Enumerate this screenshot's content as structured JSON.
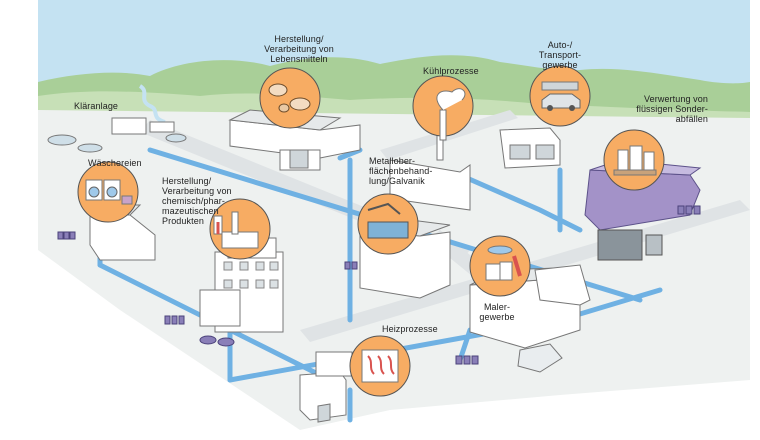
{
  "labels": {
    "klaeranlage": "Kläranlage",
    "lebensmittel": "Herstellung/\nVerarbeitung von\nLebensmitteln",
    "kuehlprozesse": "Kühlprozesse",
    "auto": "Auto-/\nTransport-\ngewerbe",
    "sonderabfaelle": "Verwertung von\nflüssigen Sonder-\nabfällen",
    "waeschereien": "Wäschereien",
    "chemisch": "Herstellung/\nVerarbeitung von\nchemisch/phar-\nmazeutischen\nProdukten",
    "metall": "Metallober-\nflächenbehand-\nlung/Galvanik",
    "maler": "Maler-\ngewerbe",
    "heizprozesse": "Heizprozesse"
  },
  "colors": {
    "sky": "#c4e2f2",
    "hills": "#a9cf98",
    "ground": "#eef1f0",
    "road": "#dfe3e5",
    "pipe": "#6fb1e3",
    "circle": "#f7ac63",
    "building": "#ffffff",
    "waste_building": "#a392c8",
    "barrels": "#8a7fb8"
  },
  "icons": [
    "food-processing-icon",
    "cooling-steam-icon",
    "car-wash-icon",
    "liquid-waste-barrels-icon",
    "washing-machines-icon",
    "chemical-lab-icon",
    "metal-plating-icon",
    "paint-cans-icon",
    "heating-radiator-icon"
  ]
}
